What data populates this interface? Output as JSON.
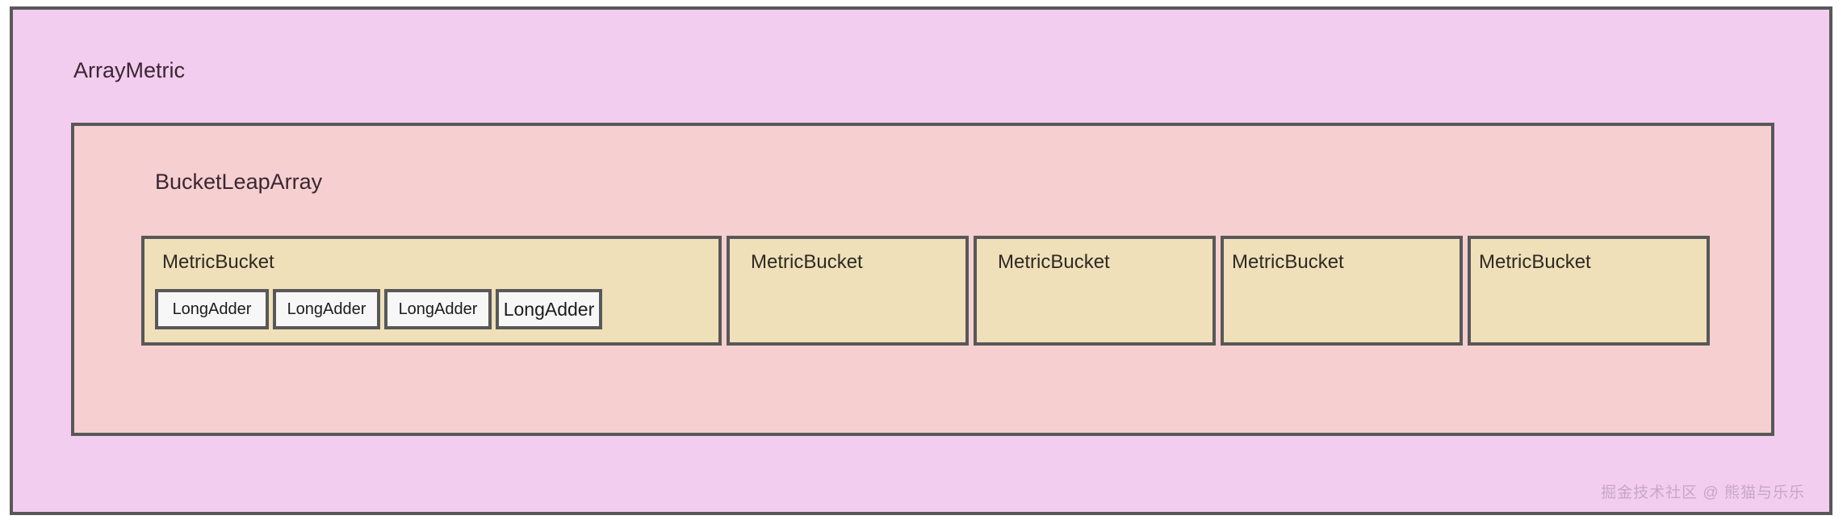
{
  "diagram": {
    "type": "nested-box-architecture",
    "outer": {
      "label": "ArrayMetric",
      "fill": "#F2CDEF",
      "border": "#585858"
    },
    "middle": {
      "label": "BucketLeapArray",
      "fill": "#F6CFD0",
      "border": "#585858"
    },
    "buckets": [
      {
        "label": "MetricBucket",
        "fill": "#EFE0BA",
        "expanded": true,
        "adders": [
          {
            "label": "LongAdder"
          },
          {
            "label": "LongAdder"
          },
          {
            "label": "LongAdder"
          },
          {
            "label": "LongAdder"
          }
        ]
      },
      {
        "label": "MetricBucket",
        "fill": "#EFE0BA",
        "expanded": false
      },
      {
        "label": "MetricBucket",
        "fill": "#EFE0BA",
        "expanded": false
      },
      {
        "label": "MetricBucket",
        "fill": "#EFE0BA",
        "expanded": false
      },
      {
        "label": "MetricBucket",
        "fill": "#EFE0BA",
        "expanded": false
      }
    ],
    "adder_fill": "#F6F7F6",
    "text_color": "#3A2733"
  },
  "watermark": {
    "text": "掘金技术社区 @ 熊猫与乐乐"
  }
}
